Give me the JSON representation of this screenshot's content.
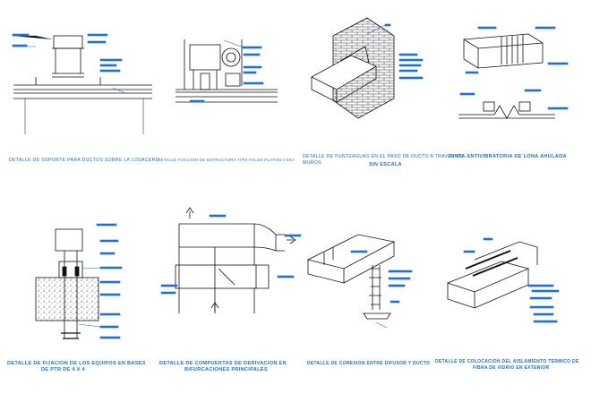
{
  "details": [
    {
      "caption": "DETALLE DE SOPORTE PARA DUCTOS SOBRE LA LOSACERO",
      "caption2": ""
    },
    {
      "caption": "DETALLE FIJACION DE ESTRUCTURA TIPO FALSO PLAFON LOSA",
      "caption2": ""
    },
    {
      "caption": "DETALLE DE PUNTEAGUAS EN EL PASO DE DUCTO A TRAVES DE",
      "caption2": "MUROS",
      "caption3": "SIN ESCALA"
    },
    {
      "caption": "JUNTA ANTIVIBRATORIA DE LONA AHULADA",
      "caption2": ""
    },
    {
      "caption": "DETALLE DE FIJACION DE LOS EQUIPOS EN BASES",
      "caption2": "DE PTR DE 4 X 4"
    },
    {
      "caption": "DETALLE DE COMPUERTAS DE DERIVACION EN",
      "caption2": "BIFURCACIONES PRINCIPALES"
    },
    {
      "caption": "DETALLE DE CONEXION ENTRE DIFUSOR Y DUCTO",
      "caption2": ""
    },
    {
      "caption": "DETALLE DE COLOCACION DEL AISLAMIENTO TERMICO DE",
      "caption2": "FIBRA DE VIDRIO EN EXTERIOR"
    }
  ],
  "colors": {
    "annotation": "#1f6fe0",
    "line": "#111111",
    "background": "#ffffff"
  }
}
